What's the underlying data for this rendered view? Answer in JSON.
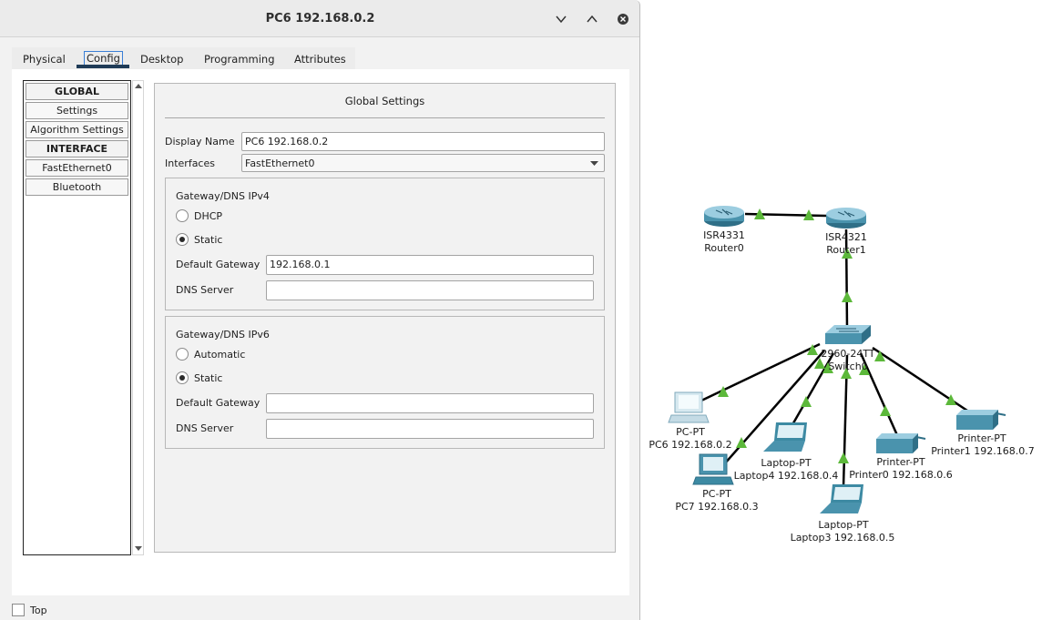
{
  "window": {
    "title": "PC6 192.168.0.2",
    "tabs": [
      "Physical",
      "Config",
      "Desktop",
      "Programming",
      "Attributes"
    ],
    "active_tab": "Config",
    "top_checkbox_label": "Top"
  },
  "sidebar": {
    "items": [
      {
        "label": "GLOBAL",
        "header": true
      },
      {
        "label": "Settings",
        "header": false
      },
      {
        "label": "Algorithm Settings",
        "header": false
      },
      {
        "label": "INTERFACE",
        "header": true
      },
      {
        "label": "FastEthernet0",
        "header": false
      },
      {
        "label": "Bluetooth",
        "header": false
      }
    ]
  },
  "settings": {
    "title": "Global Settings",
    "display_name_label": "Display Name",
    "display_name_value": "PC6 192.168.0.2",
    "interfaces_label": "Interfaces",
    "interfaces_value": "FastEthernet0",
    "ipv4": {
      "title": "Gateway/DNS IPv4",
      "option_dhcp": "DHCP",
      "option_static": "Static",
      "selected": "Static",
      "gateway_label": "Default Gateway",
      "gateway_value": "192.168.0.1",
      "dns_label": "DNS Server",
      "dns_value": ""
    },
    "ipv6": {
      "title": "Gateway/DNS IPv6",
      "option_auto": "Automatic",
      "option_static": "Static",
      "selected": "Static",
      "gateway_label": "Default Gateway",
      "gateway_value": "",
      "dns_label": "DNS Server",
      "dns_value": ""
    }
  },
  "topology": {
    "devices": {
      "router0": {
        "type": "ISR4331",
        "name": "Router0"
      },
      "router1": {
        "type": "ISR4321",
        "name": "Router1"
      },
      "switch0": {
        "type": "2960-24TT",
        "name": "Switch0"
      },
      "pc6": {
        "type": "PC-PT",
        "name": "PC6 192.168.0.2"
      },
      "pc7": {
        "type": "PC-PT",
        "name": "PC7 192.168.0.3"
      },
      "laptop4": {
        "type": "Laptop-PT",
        "name": "Laptop4 192.168.0.4"
      },
      "laptop3": {
        "type": "Laptop-PT",
        "name": "Laptop3 192.168.0.5"
      },
      "printer0": {
        "type": "Printer-PT",
        "name": "Printer0 192.168.0.6"
      },
      "printer1": {
        "type": "Printer-PT",
        "name": "Printer1 192.168.0.7"
      }
    },
    "colors": {
      "link": "#000000",
      "link_up": "#5cb83a",
      "device": "#3d8aa3"
    }
  }
}
